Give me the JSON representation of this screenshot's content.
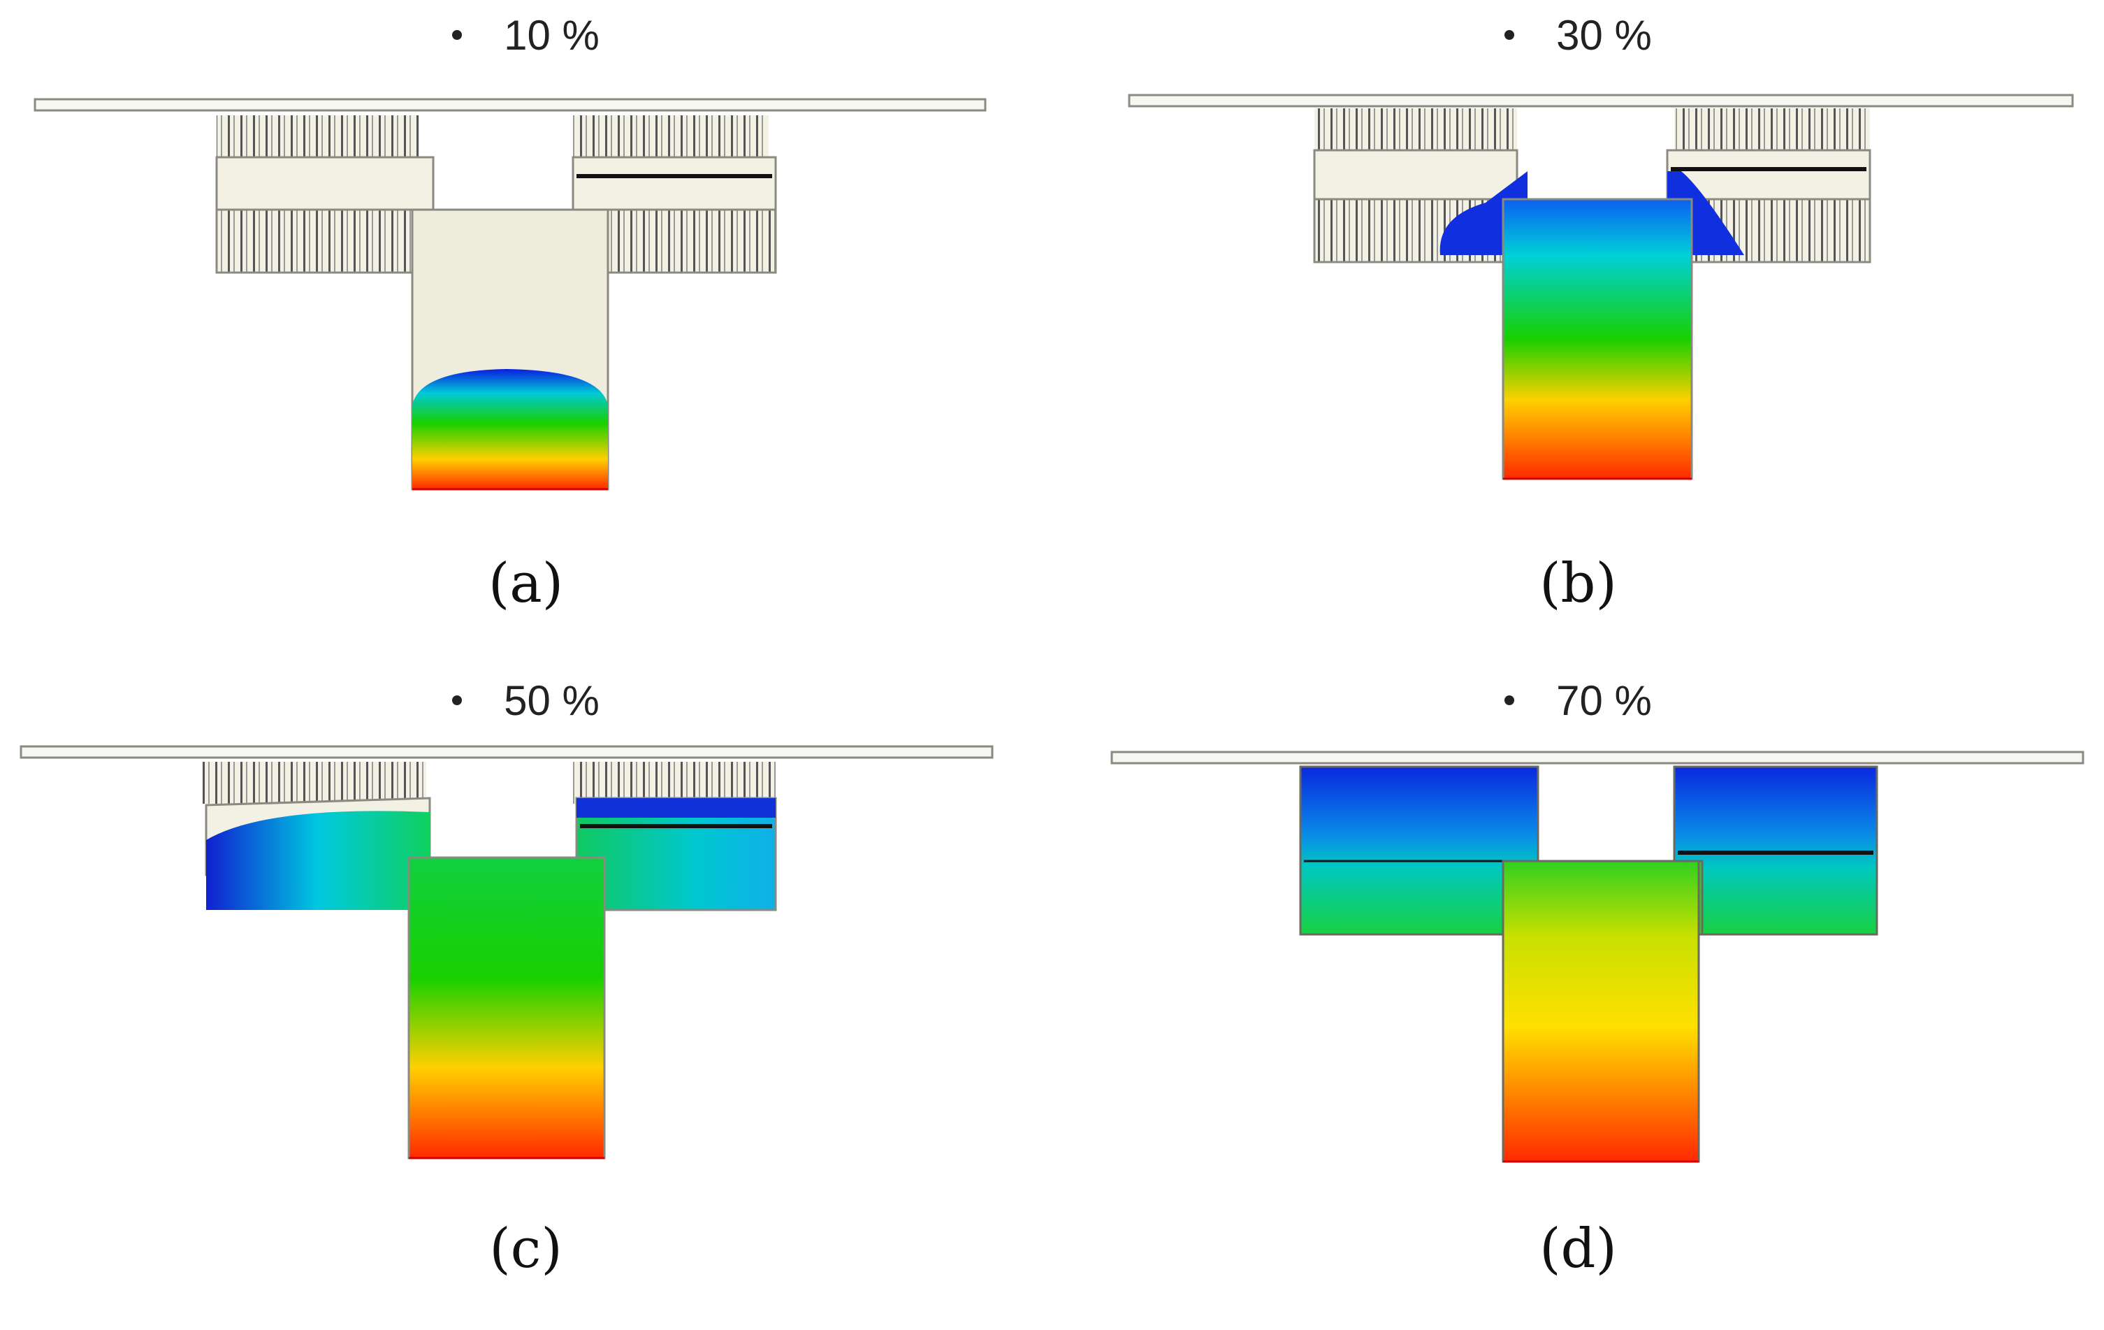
{
  "panels": [
    {
      "id": "a",
      "fill_label": "10 %",
      "caption": "(a)",
      "fill_fraction": 0.1
    },
    {
      "id": "b",
      "fill_label": "30 %",
      "caption": "(b)",
      "fill_fraction": 0.3
    },
    {
      "id": "c",
      "fill_label": "50 %",
      "caption": "(c)",
      "fill_fraction": 0.5
    },
    {
      "id": "d",
      "fill_label": "70 %",
      "caption": "(d)",
      "fill_fraction": 0.7
    }
  ],
  "colors": {
    "mold": "#f3f1e4",
    "mold_edge": "#8a8a80",
    "fill_low": "#ff2a00",
    "fill_mid": "#18d000",
    "fill_high": "#0a1ee0"
  }
}
